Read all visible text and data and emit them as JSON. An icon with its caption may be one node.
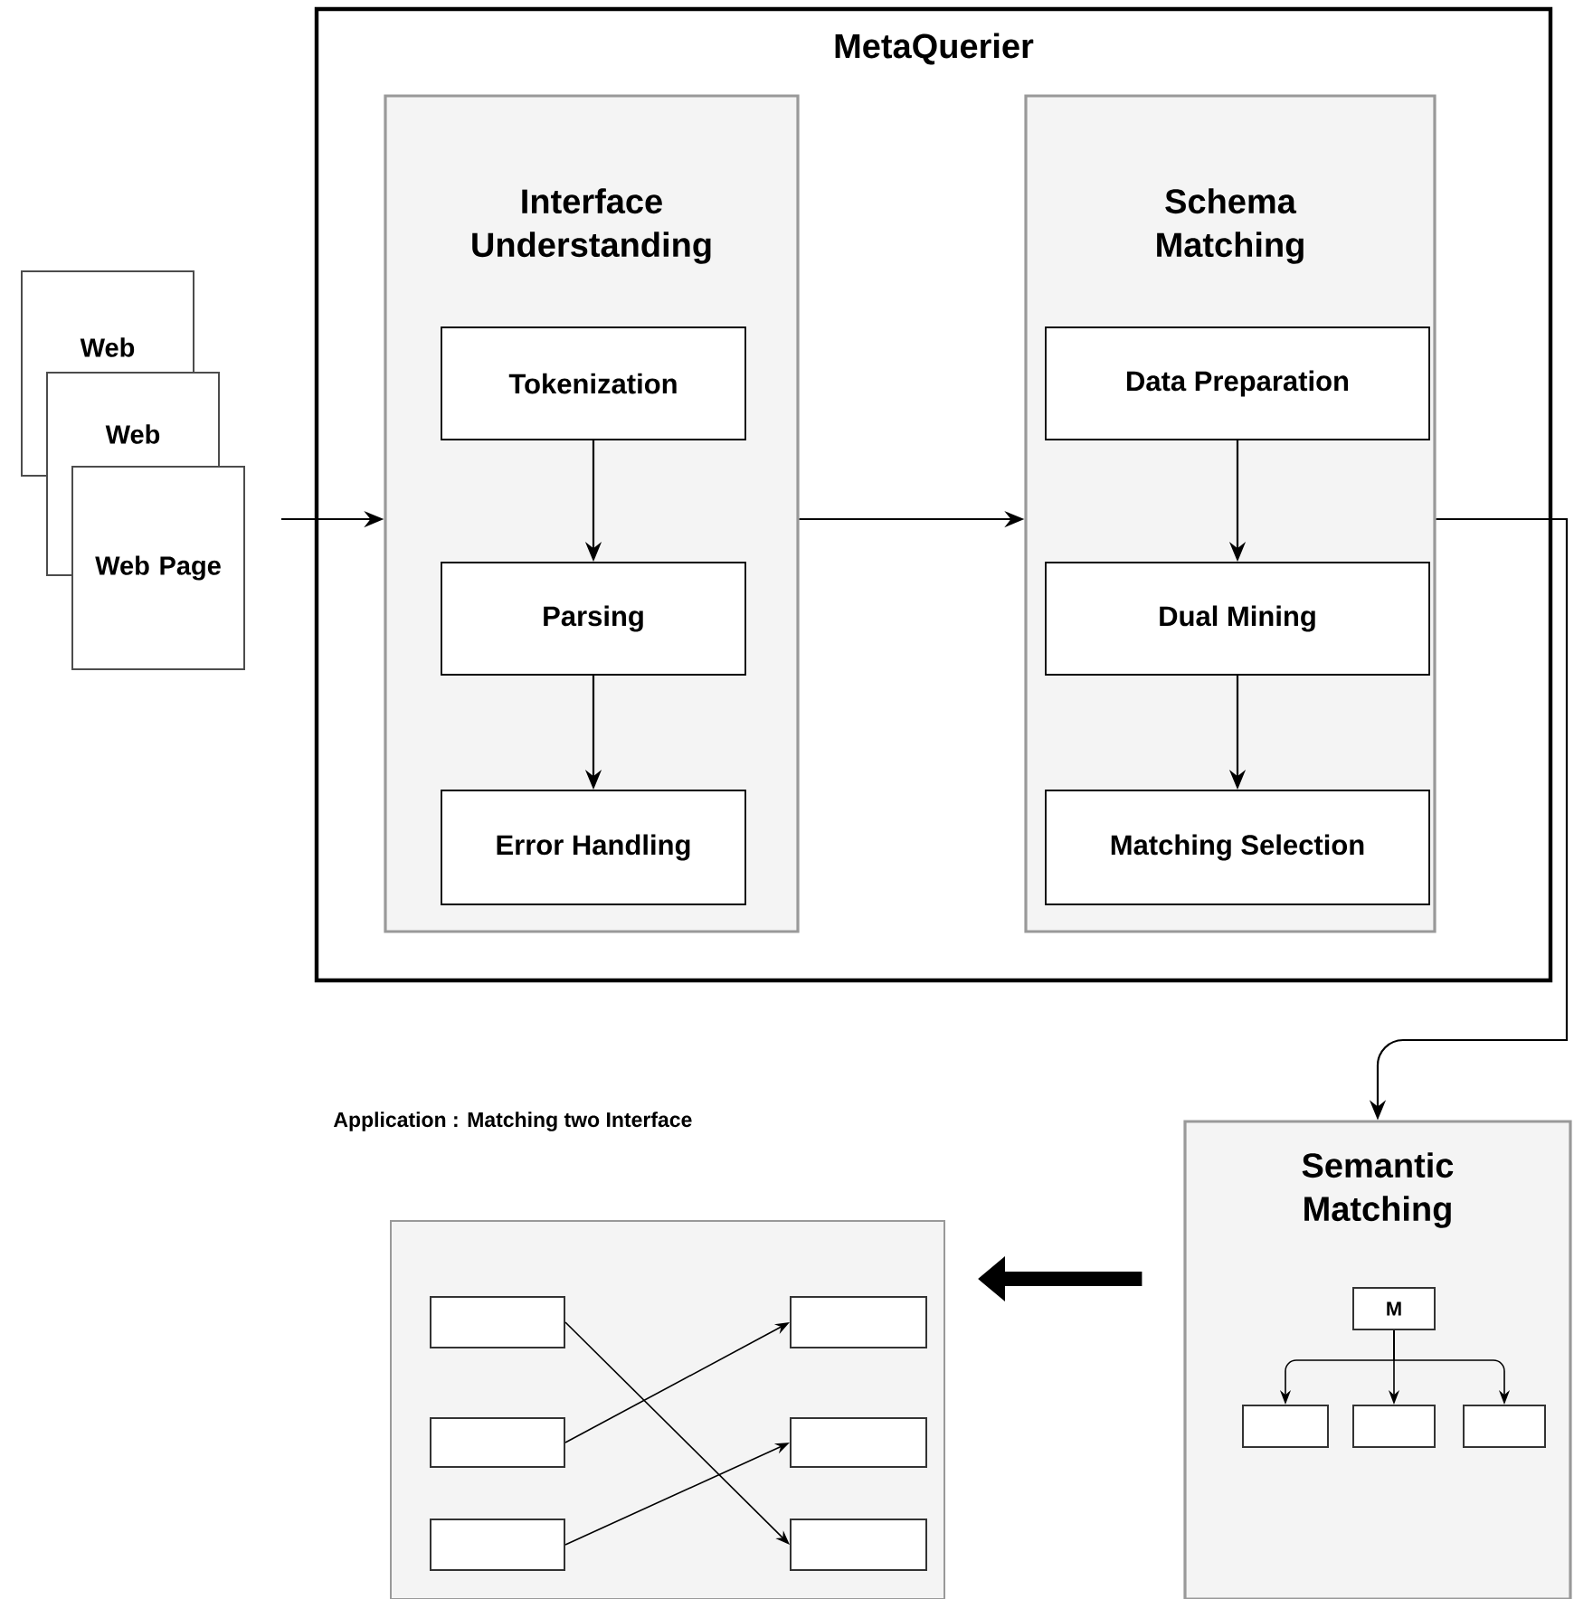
{
  "diagram": {
    "nodes": [
      {
        "text": [
          "MetaQuerier"
        ]
      },
      {
        "text": [
          "Interface Understanding"
        ],
        "in": 0
      },
      {
        "text": [
          "Tokenization"
        ],
        "in": 1
      },
      {
        "text": [
          "Parsing"
        ],
        "in": 1
      },
      {
        "text": [
          "Error Handling"
        ],
        "in": 1
      },
      {
        "text": [
          "Schema Matching"
        ],
        "in": 0
      },
      {
        "text": [
          "Data Preparation"
        ],
        "in": 5
      },
      {
        "text": [
          "Dual Mining"
        ],
        "in": 5
      },
      {
        "text": [
          "Matching Selection"
        ],
        "in": 5
      },
      {
        "text": [
          "Web"
        ]
      },
      {
        "text": [
          "Web"
        ]
      },
      {
        "text": [
          "Web Page"
        ]
      },
      {
        "text": [
          "Semantic Matching"
        ]
      },
      {
        "text": [
          "M"
        ],
        "in": 12
      },
      {
        "text": [],
        "shape": "box",
        "in": 12
      },
      {
        "text": [],
        "shape": "box",
        "in": 12
      },
      {
        "text": [],
        "shape": "box",
        "in": 12
      },
      {
        "text": [
          "Application : Matching two Interface"
        ]
      },
      {
        "text": [],
        "shape": "box",
        "in": 17
      },
      {
        "text": [],
        "shape": "box",
        "in": 17
      },
      {
        "text": [],
        "shape": "box",
        "in": 17
      },
      {
        "text": [],
        "shape": "box",
        "in": 17
      },
      {
        "text": [],
        "shape": "box",
        "in": 17
      },
      {
        "text": [],
        "shape": "box",
        "in": 17
      }
    ],
    "edges": [
      {
        "from": 2,
        "to": 3,
        "arrow": "to"
      },
      {
        "from": 3,
        "to": 4,
        "arrow": "to"
      },
      {
        "from": 6,
        "to": 7,
        "arrow": "to"
      },
      {
        "from": 7,
        "to": 8,
        "arrow": "to"
      },
      {
        "from": 11,
        "to": 1,
        "arrow": "to"
      },
      {
        "from": 1,
        "to": 5,
        "arrow": "to"
      },
      {
        "from": 5,
        "to": 12,
        "arrow": "to"
      },
      {
        "from": 12,
        "to": 17,
        "arrow": "to",
        "style": "thick"
      },
      {
        "from": 13,
        "to": 14,
        "arrow": "to"
      },
      {
        "from": 13,
        "to": 15,
        "arrow": "to"
      },
      {
        "from": 13,
        "to": 16,
        "arrow": "to"
      },
      {
        "from": 18,
        "to": 23,
        "arrow": "to"
      },
      {
        "from": 19,
        "to": 21,
        "arrow": "to"
      },
      {
        "from": 20,
        "to": 22,
        "arrow": "to"
      }
    ]
  }
}
